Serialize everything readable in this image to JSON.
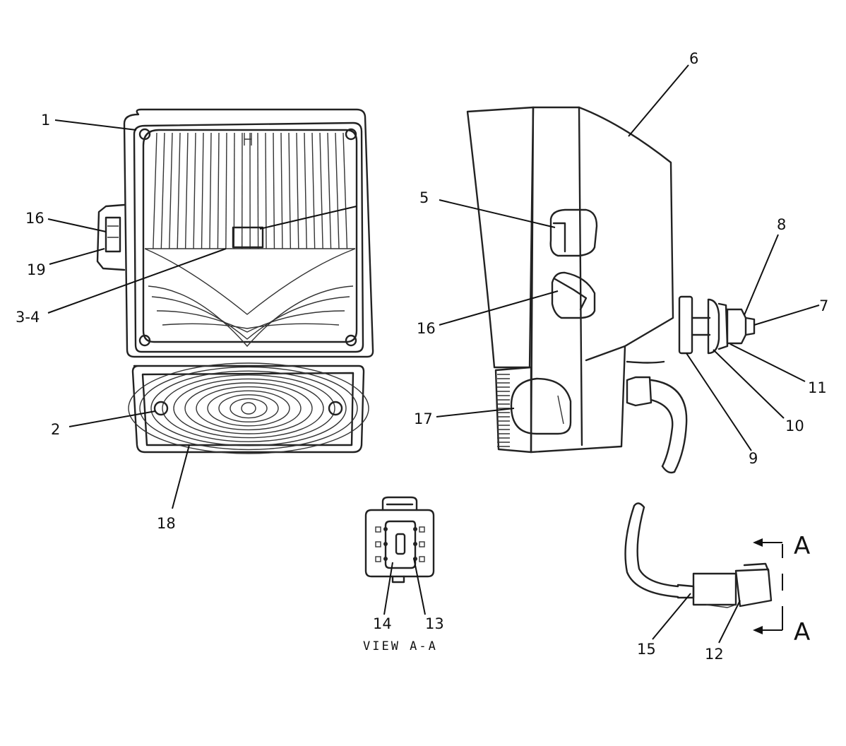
{
  "callouts": [
    "1",
    "2",
    "3-4",
    "5",
    "6",
    "7",
    "8",
    "9",
    "10",
    "11",
    "12",
    "13",
    "14",
    "15",
    "16",
    "16",
    "17",
    "18",
    "19"
  ],
  "section": {
    "top": "A",
    "bottom": "A"
  },
  "view_title": "VIEW A-A",
  "colors": {
    "line": "#222222",
    "background": "#ffffff"
  }
}
